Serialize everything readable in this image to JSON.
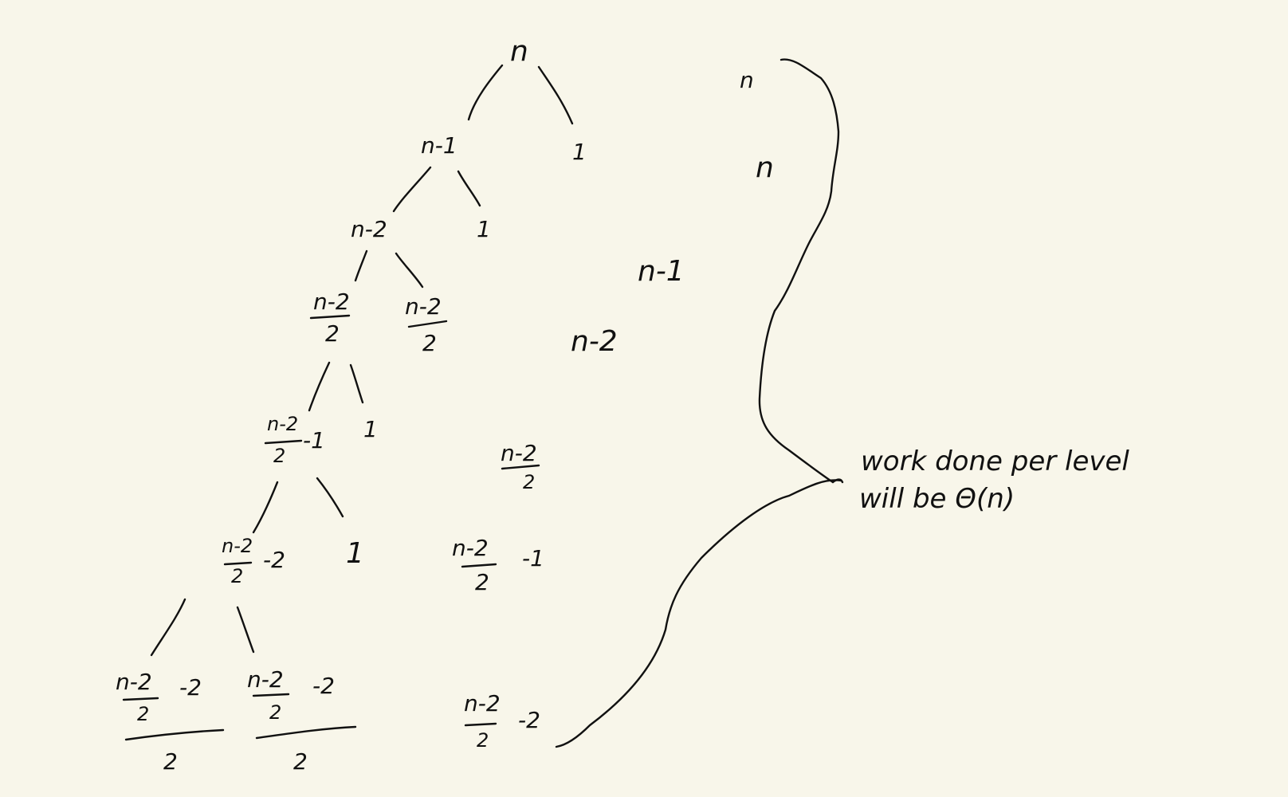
{
  "tree": {
    "root": "n",
    "l1_left": "n-1",
    "l1_right": "1",
    "l2_left": "n-2",
    "l2_right": "1",
    "l3_left_num": "n-2",
    "l3_left_den": "2",
    "l3_right_num": "n-2",
    "l3_right_den": "2",
    "l4_left_num": "n-2",
    "l4_left_den": "2",
    "l4_left_suffix": "-1",
    "l4_right": "1",
    "l5_left_num": "n-2",
    "l5_left_den": "2",
    "l5_left_suffix": "-2",
    "l5_right": "1",
    "l6a_num": "n-2",
    "l6a_den": "2",
    "l6a_suffix": "-2",
    "l6a_outer_den": "2",
    "l6b_num": "n-2",
    "l6b_den": "2",
    "l6b_suffix": "-2",
    "l6b_outer_den": "2"
  },
  "level_work": {
    "w0": "n",
    "w1": "n",
    "w2": "n-1",
    "w3": "n-2",
    "w4_num": "n-2",
    "w4_den": "2",
    "w5_num": "n-2",
    "w5_den": "2",
    "w5_suffix": "-1",
    "w6_num": "n-2",
    "w6_den": "2",
    "w6_suffix": "-2"
  },
  "annotation": {
    "line1": "work done per level",
    "line2": "will be Θ(n)"
  }
}
